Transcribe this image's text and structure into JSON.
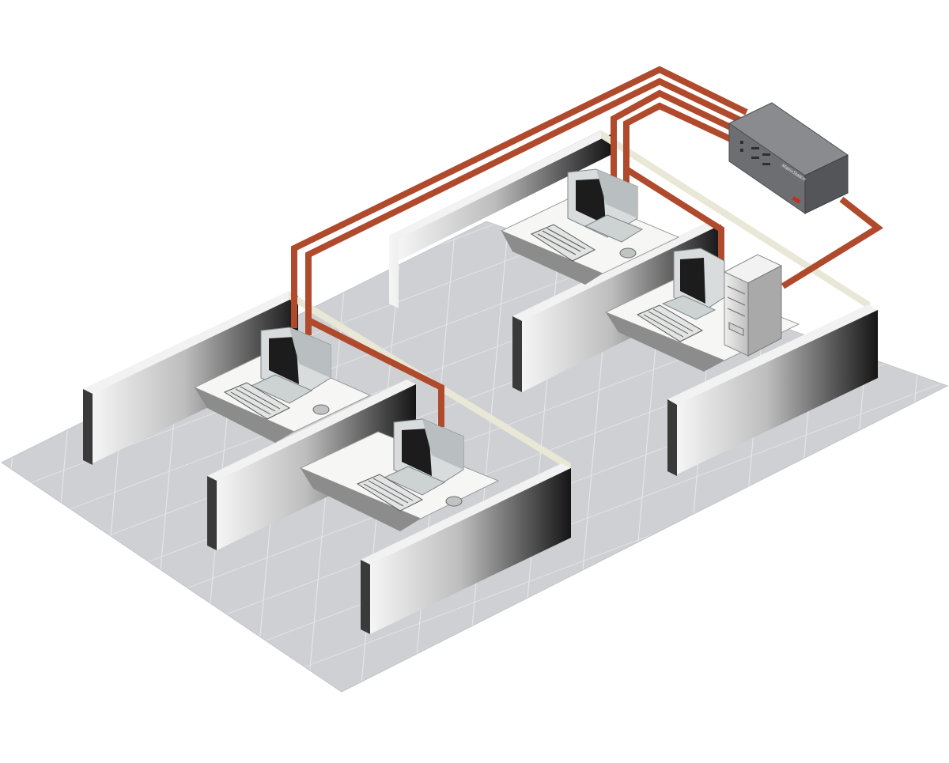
{
  "diagram": {
    "switch_label": "MatrixStation",
    "colors": {
      "cable": "#b04a2c",
      "floor": "#cfd0d4",
      "floor_grid": "#e6e7ea",
      "desk_top": "#f4f4f2",
      "monitor": "#d8dcdd",
      "screen": "#1c1c1c",
      "switch_body": "#6d6e71",
      "brand_red": "#c0301c"
    },
    "workstations": [
      {
        "id": "workstation-1"
      },
      {
        "id": "workstation-2"
      },
      {
        "id": "workstation-3"
      },
      {
        "id": "workstation-4"
      }
    ]
  }
}
